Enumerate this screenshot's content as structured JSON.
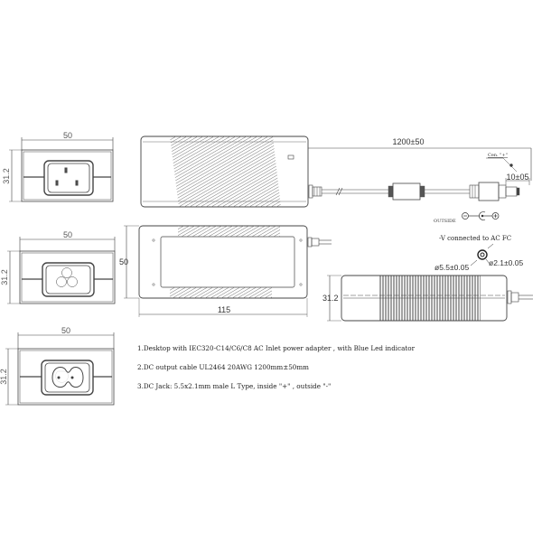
{
  "drawing": {
    "front_views": [
      {
        "id": "c14",
        "width_label": "50",
        "height_label": "31.2",
        "connector": "IEC320-C14"
      },
      {
        "id": "c6",
        "width_label": "50",
        "height_label": "31.2",
        "connector": "IEC320-C6"
      },
      {
        "id": "c8",
        "width_label": "50",
        "height_label": "31.2",
        "connector": "IEC320-C8"
      }
    ],
    "top_view": {
      "cable_length_label": "1200±50",
      "plug_length_label": "10±05",
      "center_label": "Cen. \"+\""
    },
    "bottom_view": {
      "length_label": "115",
      "depth_label": "50"
    },
    "side_view": {
      "height_label": "31.2"
    },
    "polarity": {
      "outside_label": "OUTSIDE",
      "note": "-V connected to AC FC",
      "minus": "−",
      "plus": "+"
    },
    "jack": {
      "outer_diameter": "ø5.5±0.05",
      "inner_diameter": "ø2.1±0.05"
    },
    "notes": [
      "1.Desktop with IEC320-C14/C6/C8 AC Inlet power adapter , with Blue Led indicator",
      "2.DC output cable UL2464 20AWG 1200mm±50mm",
      "3.DC Jack: 5.5x2.1mm male L Type,  inside \"+\" , outside \"-\""
    ]
  }
}
